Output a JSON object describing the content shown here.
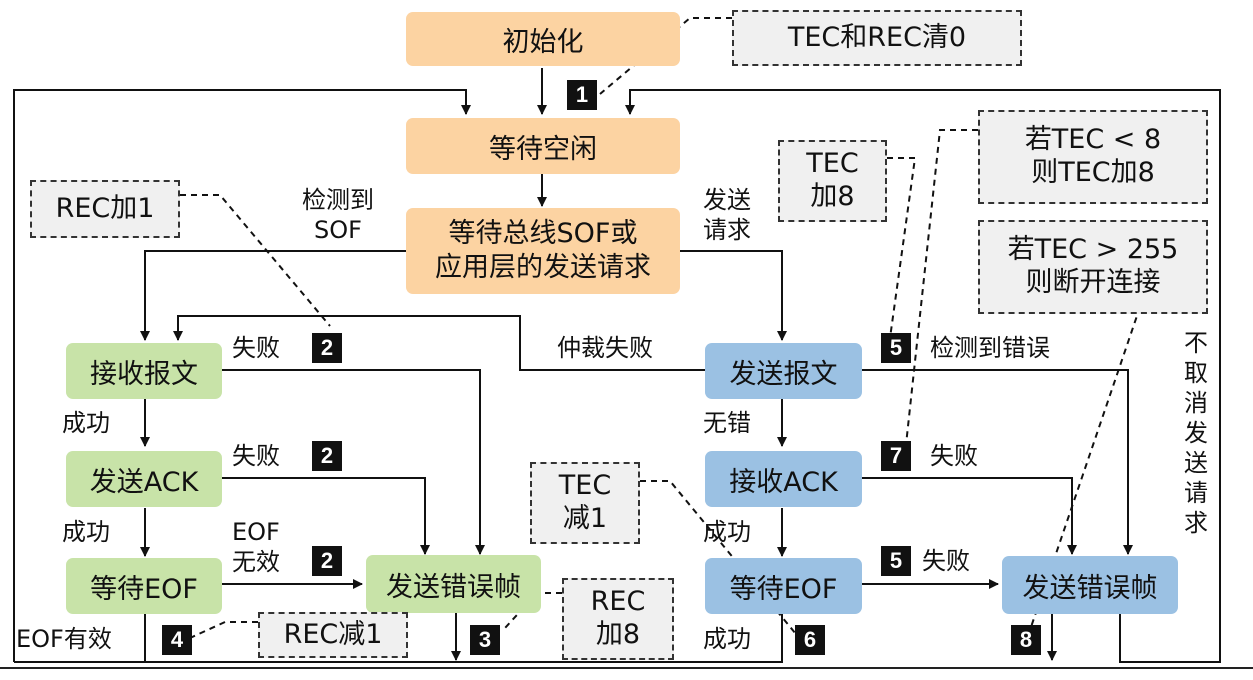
{
  "nodes": {
    "init": "初始化",
    "wait_idle": "等待空闲",
    "wait_sof": "等待总线SOF或\n应用层的发送请求",
    "recv_msg": "接收报文",
    "send_ack": "发送ACK",
    "wait_eof_rx": "等待EOF",
    "send_err_rx": "发送错误帧",
    "send_msg": "发送报文",
    "recv_ack": "接收ACK",
    "wait_eof_tx": "等待EOF",
    "send_err_tx": "发送错误帧"
  },
  "notes": {
    "tec_rec_clear": "TEC和REC清0",
    "rec_add1": "REC加1",
    "tec_add8": "TEC\n加8",
    "tec_lt8": "若TEC < 8\n则TEC加8",
    "tec_gt255": "若TEC > 255\n则断开连接",
    "tec_sub1": "TEC\n减1",
    "rec_add8": "REC\n加8",
    "rec_sub1": "REC减1"
  },
  "labels": {
    "detect_sof": "检测到\nSOF",
    "send_request": "发送\n请求",
    "fail": "失败",
    "arbitration_fail": "仲裁失败",
    "detect_error": "检测到错误",
    "success": "成功",
    "no_error": "无错",
    "eof_invalid": "EOF\n无效",
    "eof_valid": "EOF有效",
    "no_cancel": "不取消发送请求"
  },
  "badges": [
    "1",
    "2",
    "3",
    "4",
    "5",
    "6",
    "7",
    "8"
  ]
}
